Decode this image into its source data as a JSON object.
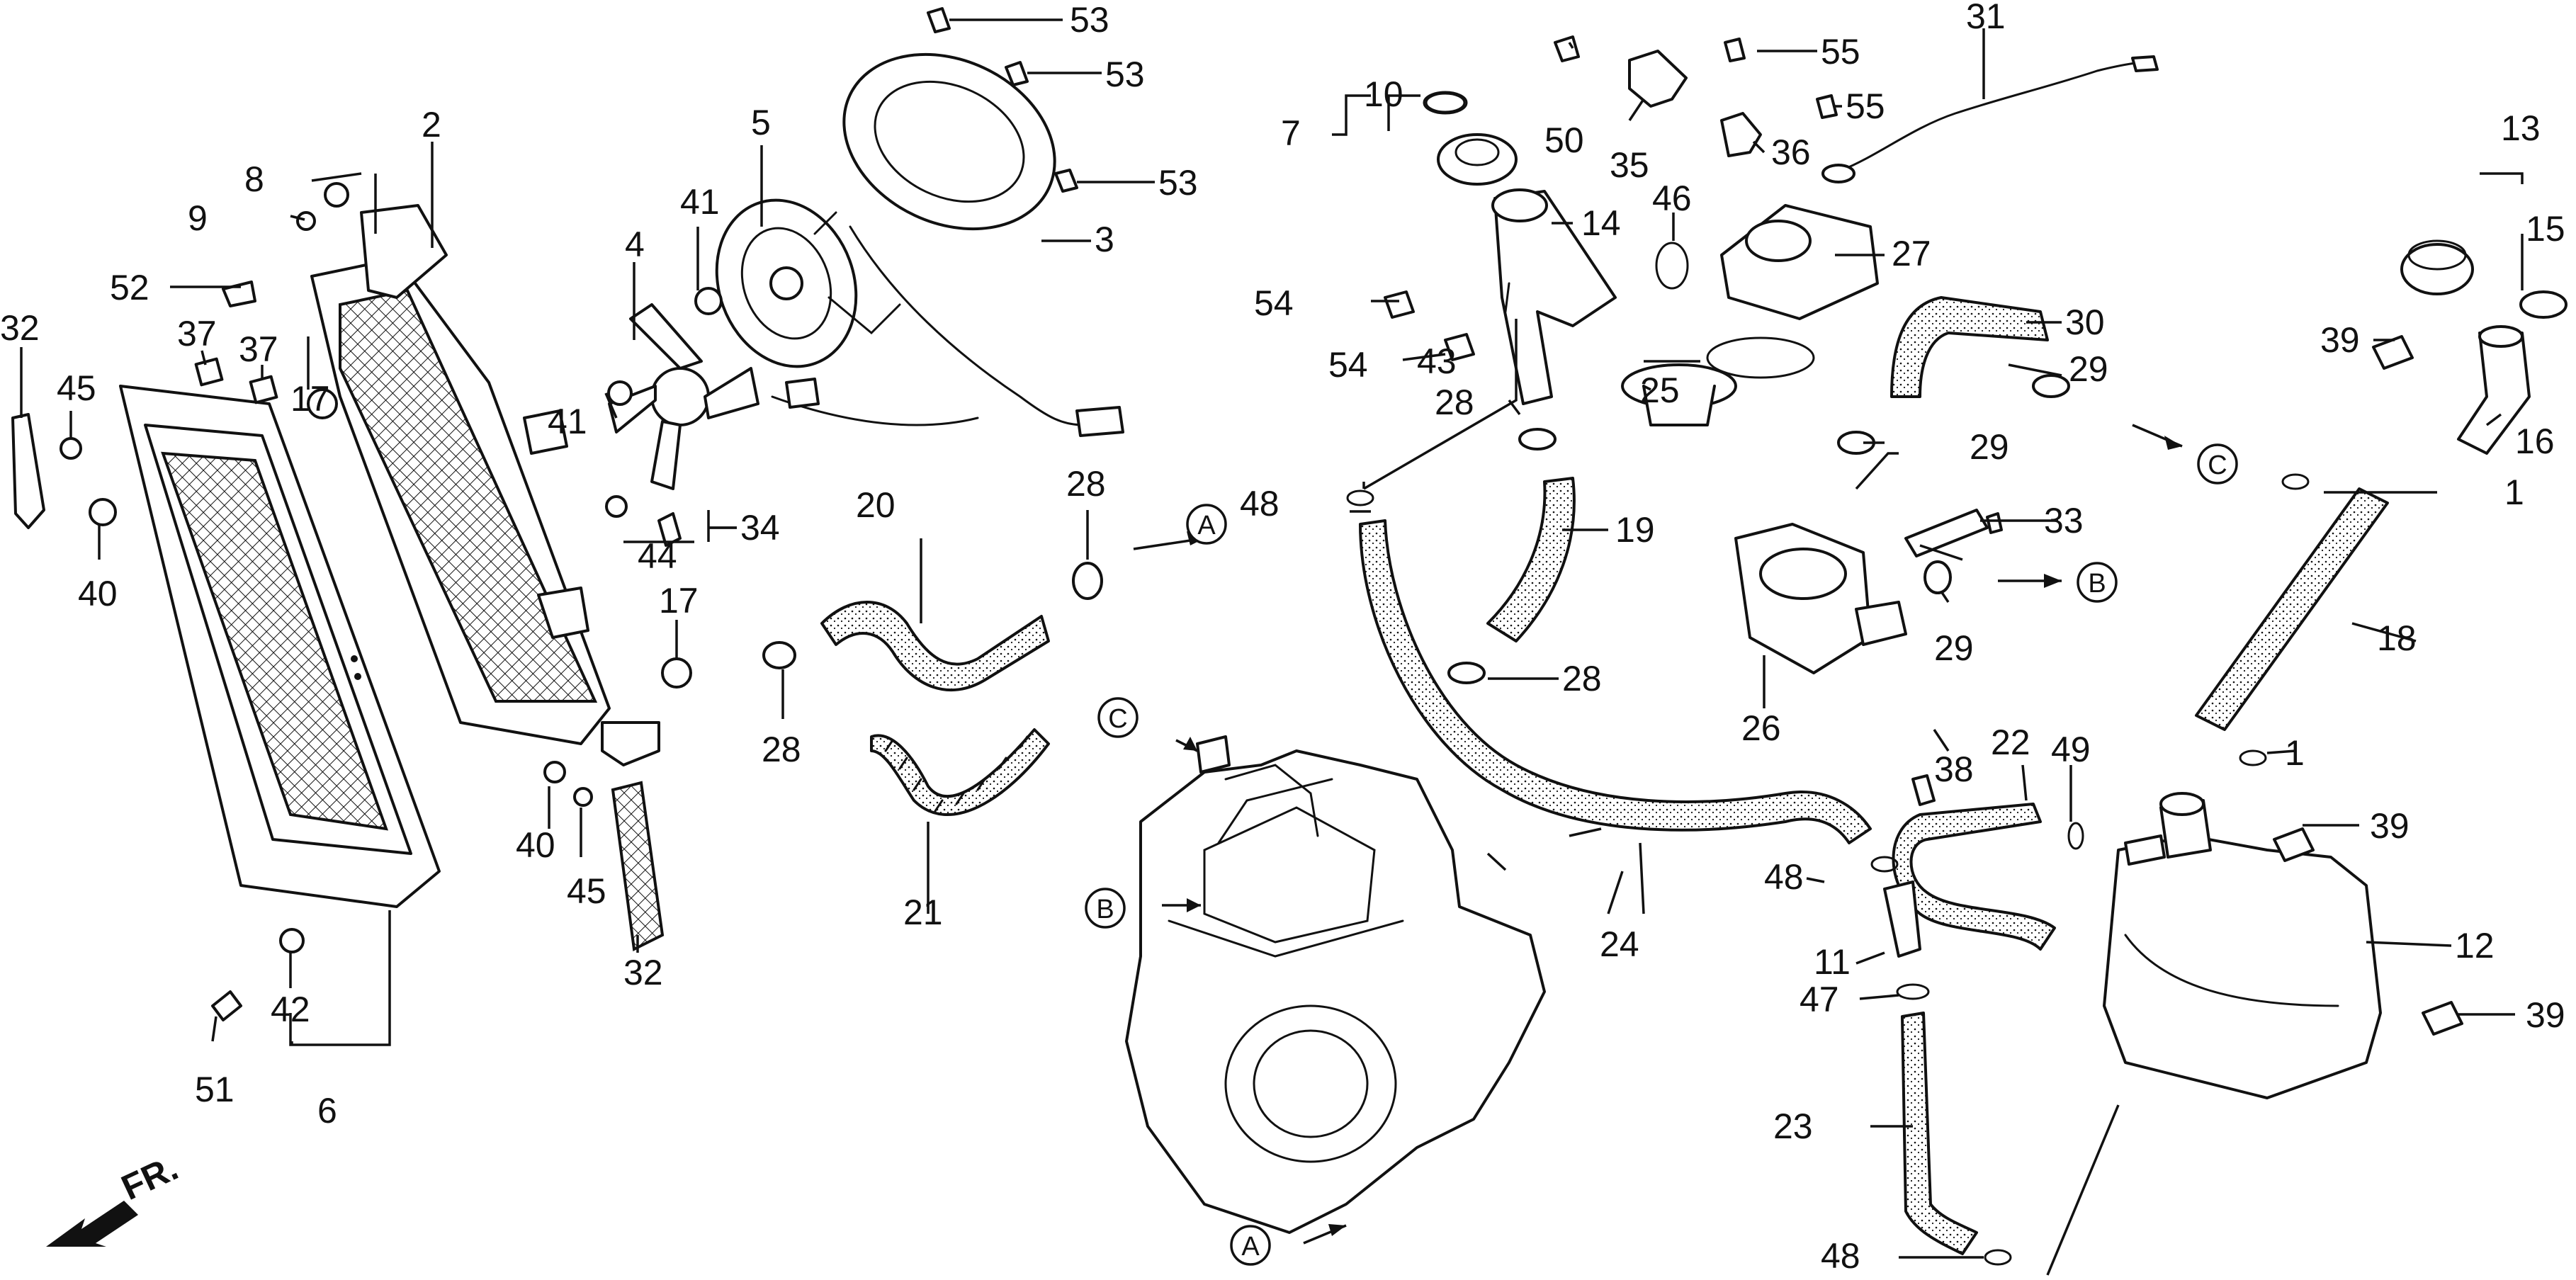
{
  "callouts": {
    "c1a": "1",
    "c1b": "1",
    "c2": "2",
    "c3": "3",
    "c4": "4",
    "c5": "5",
    "c6": "6",
    "c7": "7",
    "c8": "8",
    "c9": "9",
    "c10": "10",
    "c11": "11",
    "c12": "12",
    "c13": "13",
    "c14": "14",
    "c15": "15",
    "c16": "16",
    "c17a": "17",
    "c17b": "17",
    "c18": "18",
    "c19": "19",
    "c20": "20",
    "c21": "21",
    "c22": "22",
    "c23": "23",
    "c24": "24",
    "c25": "25",
    "c26": "26",
    "c27": "27",
    "c28a": "28",
    "c28b": "28",
    "c28c": "28",
    "c28d": "28",
    "c29a": "29",
    "c29b": "29",
    "c29c": "29",
    "c30": "30",
    "c31": "31",
    "c32a": "32",
    "c32b": "32",
    "c33": "33",
    "c34": "34",
    "c35": "35",
    "c36": "36",
    "c37a": "37",
    "c37b": "37",
    "c38": "38",
    "c39a": "39",
    "c39b": "39",
    "c39c": "39",
    "c40a": "40",
    "c40b": "40",
    "c41a": "41",
    "c41b": "41",
    "c42": "42",
    "c43": "43",
    "c44": "44",
    "c45a": "45",
    "c45b": "45",
    "c46": "46",
    "c47": "47",
    "c48a": "48",
    "c48b": "48",
    "c48c": "48",
    "c49": "49",
    "c50": "50",
    "c51": "51",
    "c52": "52",
    "c53a": "53",
    "c53b": "53",
    "c53c": "53",
    "c54a": "54",
    "c54b": "54",
    "c55a": "55",
    "c55b": "55"
  },
  "refs": {
    "A": "A",
    "B": "B",
    "C": "C"
  },
  "orientation": {
    "front_label": "FR."
  }
}
